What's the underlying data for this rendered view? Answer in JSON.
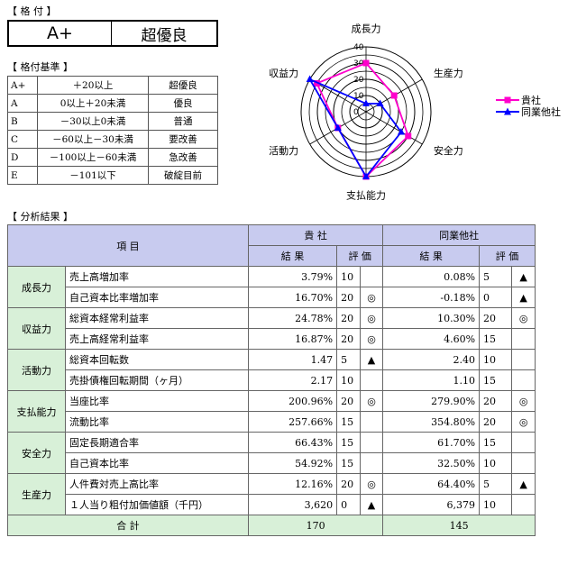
{
  "rating": {
    "section_label": "【 格 付 】",
    "grade": "A+",
    "rank": "超優良"
  },
  "criteria": {
    "section_label": "【 格付基準 】",
    "rows": [
      {
        "grade": "A+",
        "range": "＋20以上",
        "label": "超優良"
      },
      {
        "grade": "A",
        "range": "0以上＋20未満",
        "label": "優良"
      },
      {
        "grade": "B",
        "range": "－30以上0未満",
        "label": "普通"
      },
      {
        "grade": "C",
        "range": "－60以上－30未満",
        "label": "要改善"
      },
      {
        "grade": "D",
        "range": "－100以上－60未満",
        "label": "急改善"
      },
      {
        "grade": "E",
        "range": "－101以下",
        "label": "破綻目前"
      }
    ]
  },
  "chart_data": {
    "type": "radar",
    "axes": [
      "成長力",
      "生産力",
      "安全力",
      "支払能力",
      "活動力",
      "収益力"
    ],
    "tick_labels": [
      "0",
      "10",
      "20",
      "30",
      "40"
    ],
    "rmax": 40,
    "series": [
      {
        "name": "貴社",
        "values": [
          30,
          20,
          30,
          40,
          20,
          35
        ],
        "color": "#ff00cc",
        "marker": "square"
      },
      {
        "name": "同業他社",
        "values": [
          5,
          10,
          25,
          40,
          20,
          40
        ],
        "color": "#0000ff",
        "marker": "triangle"
      }
    ]
  },
  "analysis": {
    "section_label": "【 分析結果 】",
    "headers": {
      "item": "項 目",
      "company": "貴 社",
      "peers": "同業他社",
      "result": "結 果",
      "eval": "評 価"
    },
    "groups": [
      {
        "category": "成長力",
        "rows": [
          {
            "item": "売上高増加率",
            "c_result": "3.79%",
            "c_score": "10",
            "c_mark": "",
            "p_result": "0.08%",
            "p_score": "5",
            "p_mark": "▲"
          },
          {
            "item": "自己資本比率増加率",
            "c_result": "16.70%",
            "c_score": "20",
            "c_mark": "◎",
            "p_result": "-0.18%",
            "p_score": "0",
            "p_mark": "▲"
          }
        ]
      },
      {
        "category": "収益力",
        "rows": [
          {
            "item": "総資本経常利益率",
            "c_result": "24.78%",
            "c_score": "20",
            "c_mark": "◎",
            "p_result": "10.30%",
            "p_score": "20",
            "p_mark": "◎"
          },
          {
            "item": "売上高経常利益率",
            "c_result": "16.87%",
            "c_score": "20",
            "c_mark": "◎",
            "p_result": "4.60%",
            "p_score": "15",
            "p_mark": ""
          }
        ]
      },
      {
        "category": "活動力",
        "rows": [
          {
            "item": "総資本回転数",
            "c_result": "1.47",
            "c_score": "5",
            "c_mark": "▲",
            "p_result": "2.40",
            "p_score": "10",
            "p_mark": ""
          },
          {
            "item": "売掛債権回転期間（ヶ月）",
            "c_result": "2.17",
            "c_score": "10",
            "c_mark": "",
            "p_result": "1.10",
            "p_score": "15",
            "p_mark": ""
          }
        ]
      },
      {
        "category": "支払能力",
        "rows": [
          {
            "item": "当座比率",
            "c_result": "200.96%",
            "c_score": "20",
            "c_mark": "◎",
            "p_result": "279.90%",
            "p_score": "20",
            "p_mark": "◎"
          },
          {
            "item": "流動比率",
            "c_result": "257.66%",
            "c_score": "15",
            "c_mark": "",
            "p_result": "354.80%",
            "p_score": "20",
            "p_mark": "◎"
          }
        ]
      },
      {
        "category": "安全力",
        "rows": [
          {
            "item": "固定長期適合率",
            "c_result": "66.43%",
            "c_score": "15",
            "c_mark": "",
            "p_result": "61.70%",
            "p_score": "15",
            "p_mark": ""
          },
          {
            "item": "自己資本比率",
            "c_result": "54.92%",
            "c_score": "15",
            "c_mark": "",
            "p_result": "32.50%",
            "p_score": "10",
            "p_mark": ""
          }
        ]
      },
      {
        "category": "生産力",
        "rows": [
          {
            "item": "人件費対売上高比率",
            "c_result": "12.16%",
            "c_score": "20",
            "c_mark": "◎",
            "p_result": "64.40%",
            "p_score": "5",
            "p_mark": "▲"
          },
          {
            "item": "１人当り粗付加価値額（千円）",
            "c_result": "3,620",
            "c_score": "0",
            "c_mark": "▲",
            "p_result": "6,379",
            "p_score": "10",
            "p_mark": ""
          }
        ]
      }
    ],
    "total": {
      "label": "合 計",
      "company": "170",
      "peers": "145"
    }
  }
}
